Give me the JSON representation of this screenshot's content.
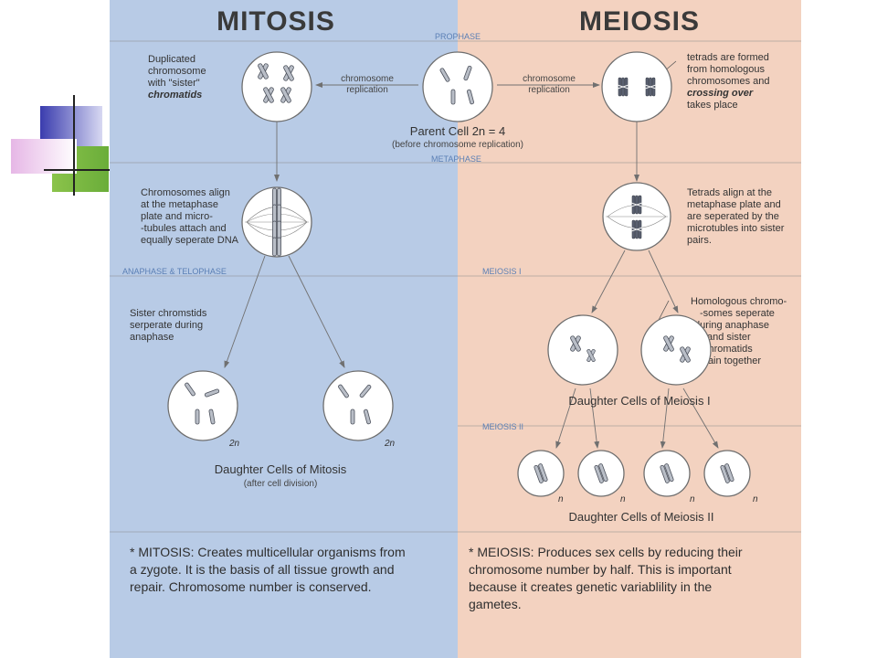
{
  "titles": {
    "mitosis": "MITOSIS",
    "meiosis": "MEIOSIS"
  },
  "phases": {
    "prophase": "PROPHASE",
    "metaphase": "METAPHASE",
    "anaphase_telophase": "ANAPHASE & TELOPHASE",
    "meiosis_1": "MEIOSIS I",
    "meiosis_2": "MEIOSIS II"
  },
  "labels": {
    "duplicated": [
      "Duplicated",
      "chromosome",
      "with \"sister\"",
      "chromatids"
    ],
    "replication_left": [
      "chromosome",
      "replication"
    ],
    "replication_right": [
      "chromosome",
      "replication"
    ],
    "parent_cell": "Parent Cell 2n = 4",
    "parent_cell_sub": "(before chromosome replication)",
    "tetrads_formed": [
      "tetrads are formed",
      "from homologous",
      "chromosomes and",
      "crossing over",
      "takes place"
    ],
    "chromosomes_align": [
      "Chromosomes align",
      "at the metaphase",
      "plate and micro-",
      "-tubules attach and",
      "equally seperate DNA"
    ],
    "tetrads_align": [
      "Tetrads align at the",
      "metaphase plate and",
      "are seperated by the",
      "microtubles into sister",
      "pairs."
    ],
    "sister_chromatids": [
      "Sister chromstids",
      "serperate during",
      "anaphase"
    ],
    "homologous": [
      "Homologous chromo-",
      "-somes seperate",
      "during anaphase",
      "and sister",
      "chromatids",
      "remain together"
    ],
    "daughter_mitosis": "Daughter Cells of Mitosis",
    "daughter_mitosis_sub": "(after cell division)",
    "daughter_meiosis_1": "Daughter Cells of Meiosis I",
    "daughter_meiosis_2": "Daughter Cells of Meiosis II",
    "two_n": "2n",
    "n": "n"
  },
  "notes": {
    "mitosis": [
      "* MITOSIS: Creates multicellular organisms from",
      "a zygote.  It is the basis of all tissue growth and",
      "repair.  Chromosome number is conserved."
    ],
    "meiosis": [
      "* MEIOSIS: Produces sex cells by reducing their",
      "chromosome number by half.  This is important",
      "because it creates genetic variablility in the",
      "gametes."
    ]
  },
  "colors": {
    "mitosis_bg": "#b8cbe6",
    "meiosis_bg": "#f3d2c0",
    "phase_text": "#5a7fb5"
  }
}
